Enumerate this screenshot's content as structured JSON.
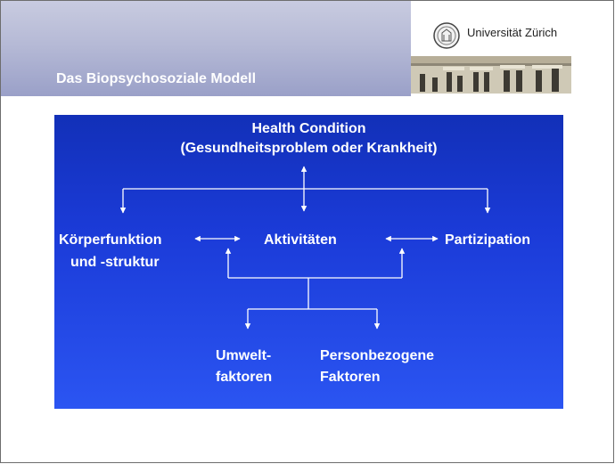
{
  "header": {
    "title": "Das Biopsychosoziale Modell",
    "university": "Universität Zürich"
  },
  "diagram": {
    "health_condition": "Health Condition",
    "health_condition_sub": "(Gesundheitsproblem oder Krankheit)",
    "body_function_1": "Körperfunktion",
    "body_function_2": "und -struktur",
    "activities": "Aktivitäten",
    "participation": "Partizipation",
    "environment_1": "Umwelt-",
    "environment_2": "faktoren",
    "personal_1": "Personbezogene",
    "personal_2": "Faktoren"
  },
  "colors": {
    "diagram_background": "#1b3bd8",
    "header_band": "#b6bad6",
    "text": "#ffffff"
  }
}
